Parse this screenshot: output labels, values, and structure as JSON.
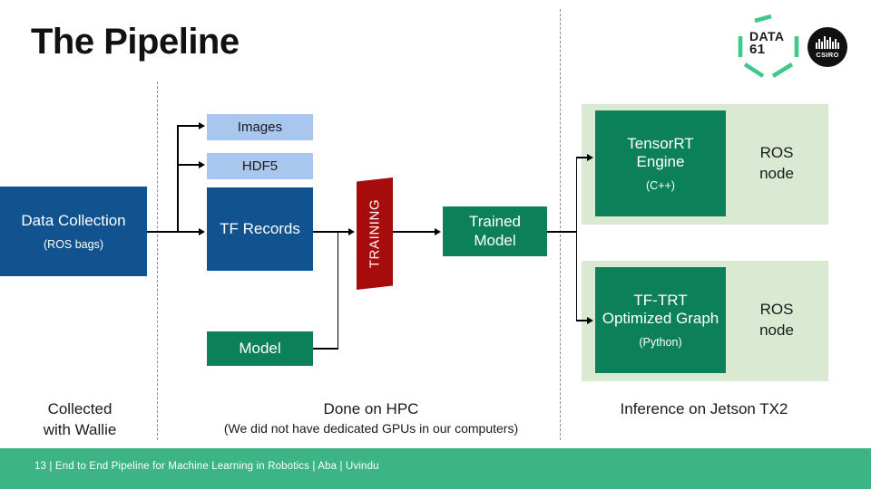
{
  "slide": {
    "title": "The Pipeline",
    "page_number": "13"
  },
  "logo": {
    "data61_line1": "DATA",
    "data61_line2": "61",
    "csiro_label": "CSIRO",
    "hex_color": "#3cc98a",
    "csiro_circle_color": "#111111"
  },
  "stages": {
    "collection": {
      "label": "Data Collection",
      "sublabel": "(ROS bags)",
      "color": "#10538f"
    },
    "images": {
      "label": "Images",
      "color": "#a9c6ef"
    },
    "hdf5": {
      "label": "HDF5",
      "color": "#a9c6ef"
    },
    "tf_records": {
      "label": "TF Records",
      "color": "#10538f"
    },
    "model": {
      "label": "Model",
      "color": "#0c8159"
    },
    "training": {
      "label": "TRAINING",
      "color": "#a70c0c"
    },
    "trained_model": {
      "label": "Trained\nModel",
      "line1": "Trained",
      "line2": "Model",
      "color": "#0c8159"
    }
  },
  "inference": {
    "panel_color": "#d9e9d2",
    "nodes": [
      {
        "line1": "TensorRT",
        "line2": "Engine",
        "sublabel": "(C++)",
        "ros_line1": "ROS",
        "ros_line2": "node",
        "color": "#0c8159"
      },
      {
        "line1": "TF-TRT",
        "line2": "Optimized Graph",
        "sublabel": "(Python)",
        "ros_line1": "ROS",
        "ros_line2": "node",
        "color": "#0c8159"
      }
    ]
  },
  "captions": {
    "left_line1": "Collected",
    "left_line2": "with Wallie",
    "center_main": "Done on HPC",
    "center_sub": "(We did not have dedicated GPUs in our computers)",
    "right_main": "Inference on Jetson TX2"
  },
  "footer": {
    "text": "13  |   End to End Pipeline for Machine Learning in Robotics   |   Aba | Uvindu",
    "bar_color": "#3cb486"
  }
}
